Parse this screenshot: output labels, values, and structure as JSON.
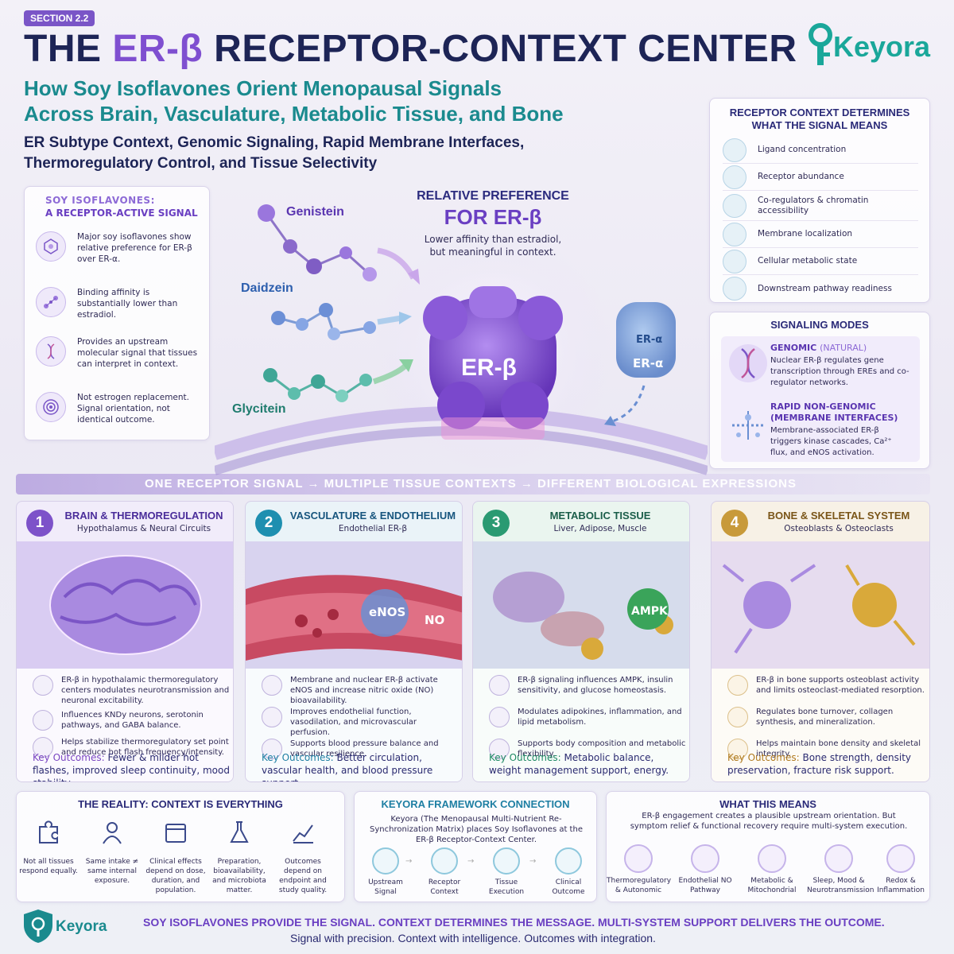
{
  "header": {
    "section": "SECTION 2.2",
    "title_pre": "THE ",
    "title_accent": "ER-β",
    "title_post": " RECEPTOR-CONTEXT CENTER",
    "subtitle_line1": "How Soy Isoflavones Orient Menopausal Signals",
    "subtitle_line2": "Across Brain, Vasculature, Metabolic Tissue, and Bone",
    "subline1": "ER Subtype Context, Genomic Signaling, Rapid Membrane Interfaces,",
    "subline2": "Thermoregulatory Control, and Tissue Selectivity",
    "brand": "Keyora"
  },
  "left_panel": {
    "header1": "SOY ISOFLAVONES:",
    "header2": "A RECEPTOR-ACTIVE SIGNAL",
    "items": [
      {
        "icon": "molecule-icon",
        "text": "Major soy isoflavones show relative preference for ER-β over ER-α."
      },
      {
        "icon": "binding-icon",
        "text": "Binding affinity is substantially lower than estradiol."
      },
      {
        "icon": "dna-icon",
        "text": "Provides an upstream molecular signal that tissues can interpret in context."
      },
      {
        "icon": "target-icon",
        "text": "Not estrogen replacement. Signal orientation, not identical outcome."
      }
    ]
  },
  "center": {
    "pref_line1": "RELATIVE PREFERENCE",
    "pref_line2": "FOR ER-β",
    "pref_note1": "Lower affinity than estradiol,",
    "pref_note2": "but meaningful in context.",
    "molecules": [
      "Genistein",
      "Daidzein",
      "Glycitein"
    ],
    "receptor_main": "ER-β",
    "receptor_alt": "ER-α",
    "receptor_alt_top": "ER-α"
  },
  "right_panel_context": {
    "title_line1": "RECEPTOR CONTEXT DETERMINES",
    "title_line2": "WHAT THE SIGNAL MEANS",
    "rows": [
      "Ligand concentration",
      "Receptor abundance",
      "Co-regulators & chromatin accessibility",
      "Membrane localization",
      "Cellular metabolic state",
      "Downstream pathway readiness"
    ]
  },
  "right_panel_modes": {
    "title": "SIGNALING MODES",
    "modes": [
      {
        "title": "GENOMIC",
        "tag": "(NATURAL)",
        "desc": "Nuclear ER-β regulates gene transcription through EREs and co-regulator networks."
      },
      {
        "title": "RAPID NON-GENOMIC (MEMBRANE INTERFACES)",
        "tag": "",
        "desc": "Membrane-associated ER-β triggers kinase cascades, Ca²⁺ flux, and eNOS activation."
      }
    ]
  },
  "banner": {
    "text": "ONE RECEPTOR SIGNAL → MULTIPLE TISSUE CONTEXTS → DIFFERENT BIOLOGICAL EXPRESSIONS"
  },
  "cards": [
    {
      "num": "1",
      "title": "BRAIN & THERMOREGULATION",
      "sub": "Hypothalamus & Neural Circuits",
      "color": "#7d52c9",
      "bullets": [
        "ER-β in hypothalamic thermoregulatory centers modulates neurotransmission and neuronal excitability.",
        "Influences KNDy neurons, serotonin pathways, and GABA balance.",
        "Helps stabilize thermoregulatory set point and reduce hot flash frequency/intensity."
      ],
      "ko_label": "Key Outcomes:",
      "ko_text": " Fewer & milder hot flashes, improved sleep continuity, mood stability."
    },
    {
      "num": "2",
      "title": "VASCULATURE & ENDOTHELIUM",
      "sub": "Endothelial ER-β",
      "color": "#1e8fb0",
      "art_label1": "eNOS",
      "art_label2": "NO",
      "bullets": [
        "Membrane and nuclear ER-β activate eNOS and increase nitric oxide (NO) bioavailability.",
        "Improves endothelial function, vasodilation, and microvascular perfusion.",
        "Supports blood pressure balance and vascular resilience."
      ],
      "ko_label": "Key Outcomes:",
      "ko_text": " Better circulation, vascular health, and blood pressure support."
    },
    {
      "num": "3",
      "title": "METABOLIC TISSUE",
      "sub": "Liver, Adipose, Muscle",
      "color": "#2a9a72",
      "art_label1": "AMPK",
      "bullets": [
        "ER-β signaling influences AMPK, insulin sensitivity, and glucose homeostasis.",
        "Modulates adipokines, inflammation, and lipid metabolism.",
        "Supports body composition and metabolic flexibility."
      ],
      "ko_label": "Key Outcomes:",
      "ko_text": " Metabolic balance, weight management support, energy."
    },
    {
      "num": "4",
      "title": "BONE & SKELETAL SYSTEM",
      "sub": "Osteoblasts & Osteoclasts",
      "color": "#c89a3a",
      "bullets": [
        "ER-β in bone supports osteoblast activity and limits osteoclast-mediated resorption.",
        "Regulates bone turnover, collagen synthesis, and mineralization.",
        "Helps maintain bone density and skeletal integrity."
      ],
      "ko_label": "Key Outcomes:",
      "ko_text": " Bone strength, density preservation, fracture risk support."
    }
  ],
  "reality": {
    "title": "THE REALITY: CONTEXT IS EVERYTHING",
    "cols": [
      {
        "icon": "puzzle-icon",
        "text": "Not all tissues respond equally."
      },
      {
        "icon": "person-icon",
        "text": "Same intake ≠ same internal exposure."
      },
      {
        "icon": "calendar-icon",
        "text": "Clinical effects depend on dose, duration, and population."
      },
      {
        "icon": "flask-icon",
        "text": "Preparation, bioavailability, and microbiota matter."
      },
      {
        "icon": "chart-icon",
        "text": "Outcomes depend on endpoint and study quality."
      }
    ]
  },
  "framework": {
    "title": "KEYORA FRAMEWORK CONNECTION",
    "text": "Keyora (The Menopausal Multi-Nutrient Re-Synchronization Matrix) places Soy Isoflavones at the ER-β Receptor-Context Center.",
    "steps": [
      "Upstream Signal",
      "Receptor Context",
      "Tissue Execution",
      "Clinical Outcome"
    ]
  },
  "what_means": {
    "title": "WHAT THIS MEANS",
    "text": "ER-β engagement creates a plausible upstream orientation. But symptom relief & functional recovery require multi-system execution.",
    "steps": [
      "Thermoregulatory & Autonomic",
      "Endothelial NO Pathway",
      "Metabolic & Mitochondrial",
      "Sleep, Mood & Neurotransmission",
      "Redox & Inflammation"
    ]
  },
  "footer": {
    "line1": "SOY ISOFLAVONES PROVIDE THE SIGNAL. CONTEXT DETERMINES THE MESSAGE. MULTI-SYSTEM SUPPORT DELIVERS THE OUTCOME.",
    "line2": "Signal with precision. Context with intelligence. Outcomes with integration.",
    "brand": "Keyora"
  },
  "colors": {
    "purple": "#7f4fd0",
    "teal": "#1a8a8e",
    "navy": "#1d2456"
  }
}
